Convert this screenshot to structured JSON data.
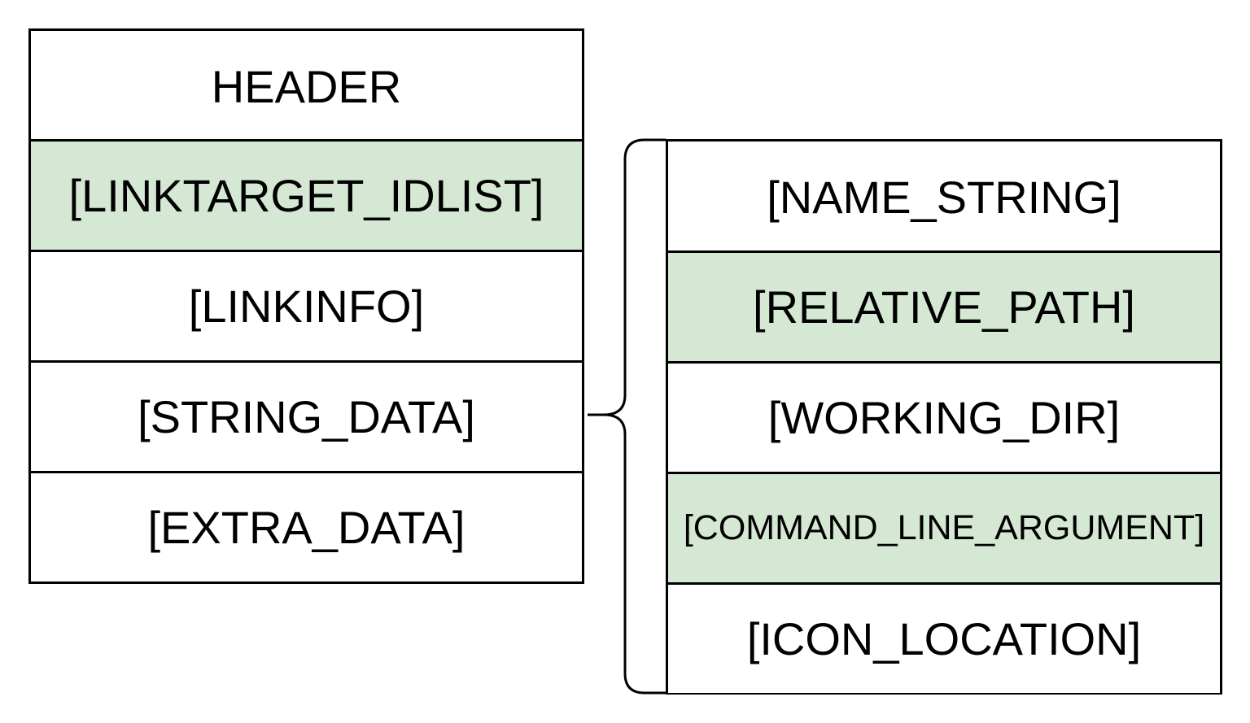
{
  "colors": {
    "highlight": "#d5e8d4",
    "plain": "#ffffff",
    "border": "#000000"
  },
  "left_stack": {
    "rows": [
      {
        "label": "HEADER",
        "highlight": false
      },
      {
        "label": "[LINKTARGET_IDLIST]",
        "highlight": true
      },
      {
        "label": "[LINKINFO]",
        "highlight": false
      },
      {
        "label": "[STRING_DATA]",
        "highlight": false
      },
      {
        "label": "[EXTRA_DATA]",
        "highlight": false
      }
    ]
  },
  "right_stack": {
    "rows": [
      {
        "label": "[NAME_STRING]",
        "highlight": false
      },
      {
        "label": "[RELATIVE_PATH]",
        "highlight": true
      },
      {
        "label": "[WORKING_DIR]",
        "highlight": false
      },
      {
        "label": "[COMMAND_LINE_ARGUMENT]",
        "highlight": true
      },
      {
        "label": "[ICON_LOCATION]",
        "highlight": false
      }
    ],
    "expands": "[STRING_DATA]"
  }
}
